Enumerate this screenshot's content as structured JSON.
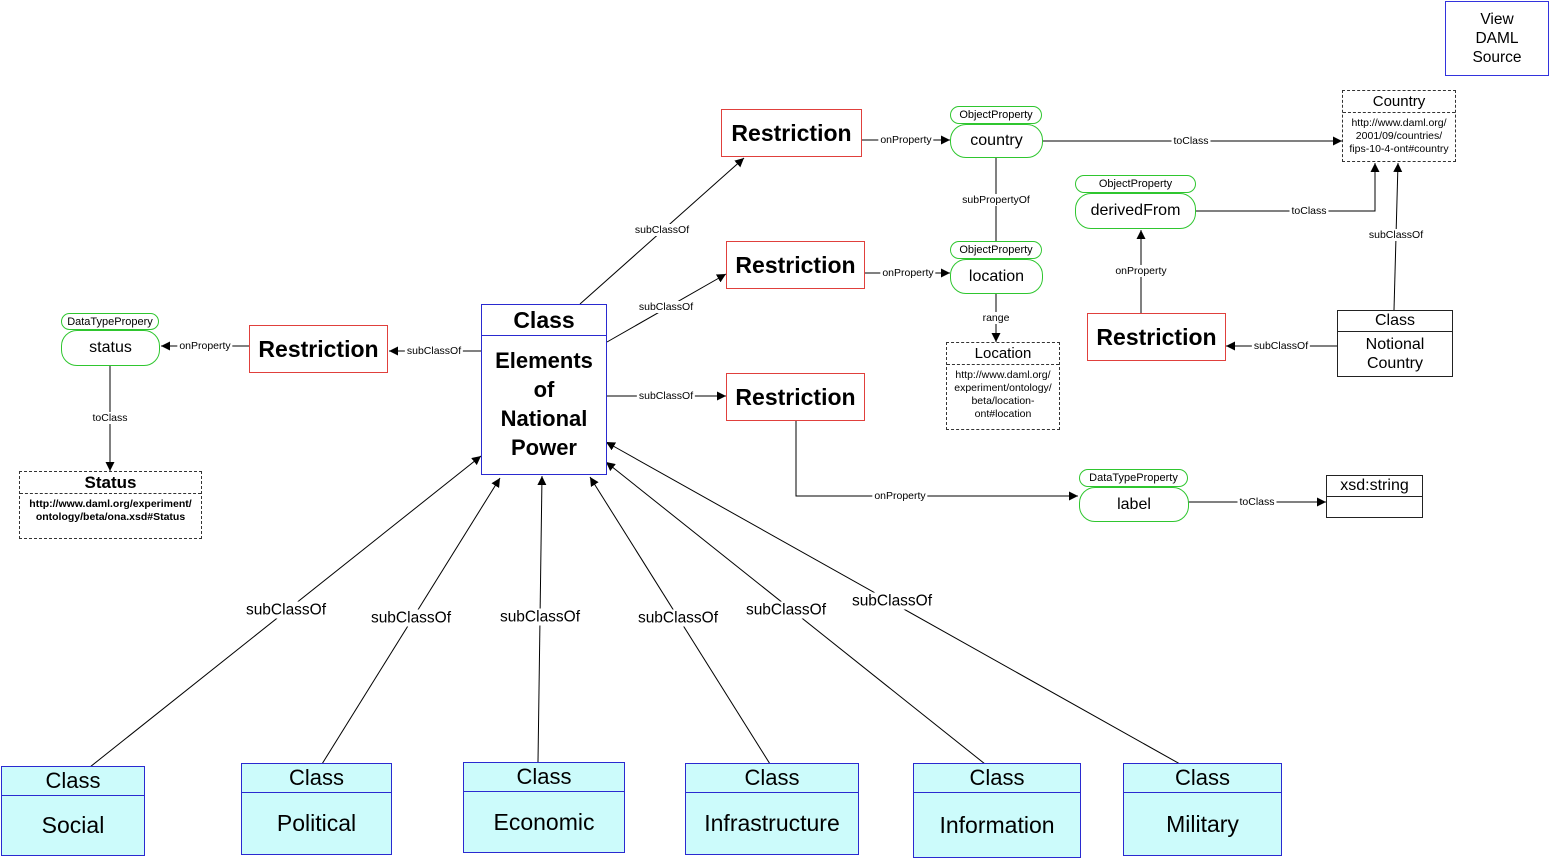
{
  "view_button": [
    "View",
    "DAML",
    "Source"
  ],
  "main_class": {
    "header": "Class",
    "name": [
      "Elements",
      "of",
      "National",
      "Power"
    ]
  },
  "restriction_label": "Restriction",
  "subclasses": [
    {
      "header": "Class",
      "name": "Social"
    },
    {
      "header": "Class",
      "name": "Political"
    },
    {
      "header": "Class",
      "name": "Economic"
    },
    {
      "header": "Class",
      "name": "Infrastructure"
    },
    {
      "header": "Class",
      "name": "Information"
    },
    {
      "header": "Class",
      "name": "Military"
    }
  ],
  "properties": {
    "country": {
      "type": "ObjectProperty",
      "name": "country"
    },
    "location": {
      "type": "ObjectProperty",
      "name": "location"
    },
    "derived_from": {
      "type": "ObjectProperty",
      "name": "derivedFrom"
    },
    "status": {
      "type": "DataTypePropery",
      "name": "status"
    },
    "label": {
      "type": "DataTypeProperty",
      "name": "label"
    }
  },
  "classes": {
    "country": {
      "header": "Country",
      "uri": [
        "http://www.daml.org/",
        "2001/09/countries/",
        "fips-10-4-ont#country"
      ]
    },
    "location": {
      "header": "Location",
      "uri": [
        "http://www.daml.org/",
        "experiment/ontology/",
        "beta/location-",
        "ont#location"
      ]
    },
    "status": {
      "header": "Status",
      "uri": [
        "http://www.daml.org/experiment/",
        "ontology/beta/ona.xsd#Status"
      ]
    },
    "xsd_string": {
      "header": "xsd:string"
    },
    "notional_country": {
      "header": "Class",
      "name": [
        "Notional",
        "Country"
      ]
    }
  },
  "edge_labels": {
    "sub_class_of": "subClassOf",
    "on_property": "onProperty",
    "to_class": "toClass",
    "sub_property_of": "subPropertyOf",
    "range": "range"
  }
}
